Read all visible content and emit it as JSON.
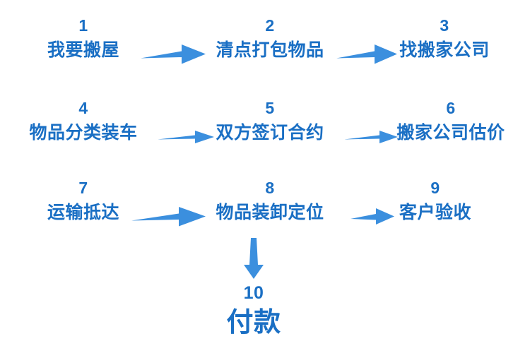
{
  "diagram": {
    "title_visible": false,
    "background_color": "#ffffff",
    "text_color": "#1a6fc4",
    "arrow_color": "#3b8fde",
    "steps": [
      {
        "number": "1",
        "label": "我要搬屋"
      },
      {
        "number": "2",
        "label": "清点打包物品"
      },
      {
        "number": "3",
        "label": "找搬家公司"
      },
      {
        "number": "4",
        "label": "物品分类装车"
      },
      {
        "number": "5",
        "label": "双方签订合约"
      },
      {
        "number": "6",
        "label": "搬家公司估价"
      },
      {
        "number": "7",
        "label": "运输抵达"
      },
      {
        "number": "8",
        "label": "物品装卸定位"
      },
      {
        "number": "9",
        "label": "客户验收"
      },
      {
        "number": "10",
        "label": "付款"
      }
    ],
    "connectors": [
      {
        "name": "arrow-step1-to-step2",
        "direction": "right"
      },
      {
        "name": "arrow-step2-to-step3",
        "direction": "right"
      },
      {
        "name": "arrow-step4-to-step5",
        "direction": "right"
      },
      {
        "name": "arrow-step5-to-step6",
        "direction": "right"
      },
      {
        "name": "arrow-step7-to-step8",
        "direction": "right"
      },
      {
        "name": "arrow-step8-to-step9",
        "direction": "right"
      },
      {
        "name": "arrow-step8-to-step10",
        "direction": "down"
      }
    ]
  }
}
